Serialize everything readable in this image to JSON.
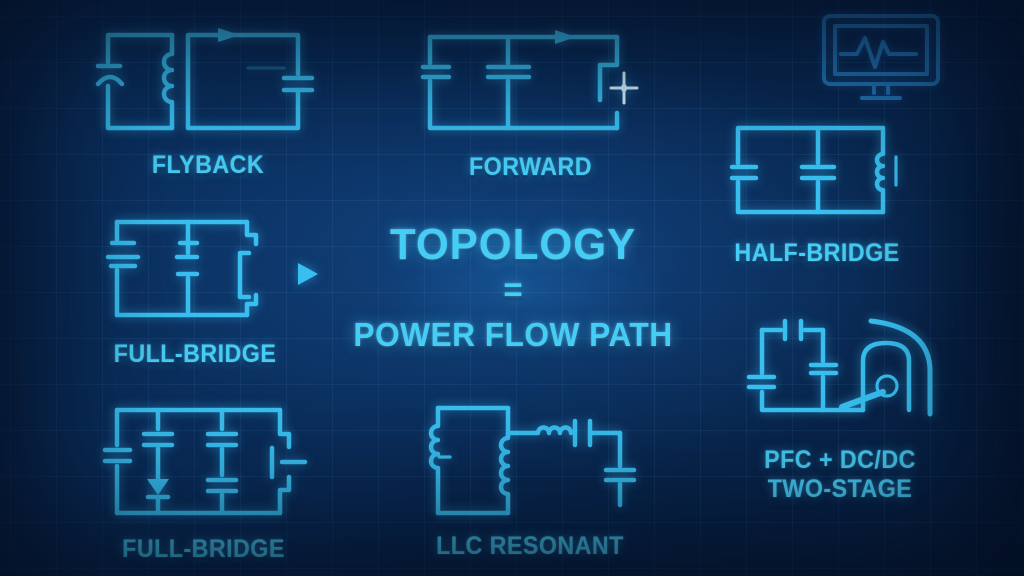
{
  "title": {
    "line1": "TOPOLOGY",
    "line2": "=",
    "line3": "POWER FLOW PATH"
  },
  "panels": {
    "flyback": {
      "label": "FLYBACK"
    },
    "forward": {
      "label": "FORWARD"
    },
    "half_bridge": {
      "label": "HALF-BRIDGE"
    },
    "full_bridge_mid": {
      "label": "FULL-BRIDGE"
    },
    "full_bridge_bottom": {
      "label": "FULL-BRIDGE"
    },
    "llc_resonant": {
      "label": "LLC RESONANT"
    },
    "pfc_two_stage": {
      "label_line1": "PFC + DC/DC",
      "label_line2": "TWO-STAGE"
    }
  },
  "icons": {
    "oscilloscope_monitor": "oscilloscope-monitor-icon",
    "power_flow_arrow": "power-flow-arrow-icon",
    "current_arrow": "current-arrow-icon",
    "switch_sparkle": "switch-sparkle-icon"
  },
  "colors": {
    "circuit_stroke": "#38bff0",
    "label_text": "#45cdf5",
    "monitor_stroke": "#2173b4",
    "sparkle": "#d9f4ff",
    "background_dark": "#071f40",
    "background_light": "#0d3464"
  }
}
